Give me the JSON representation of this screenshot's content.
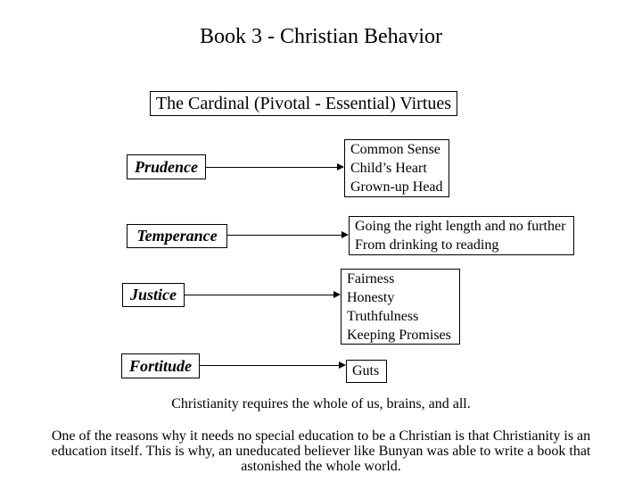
{
  "slide": {
    "title": "Book 3 - Christian Behavior",
    "heading": "The Cardinal (Pivotal - Essential) Virtues",
    "rows": [
      {
        "virtue": "Prudence",
        "lines": [
          "Common Sense",
          "Child’s Heart",
          "Grown-up Head"
        ]
      },
      {
        "virtue": "Temperance",
        "lines": [
          "Going the right length and no further",
          "From drinking to reading"
        ]
      },
      {
        "virtue": "Justice",
        "lines": [
          "Fairness",
          "Honesty",
          "Truthfulness",
          "Keeping Promises"
        ]
      },
      {
        "virtue": "Fortitude",
        "lines": [
          "Guts"
        ]
      }
    ],
    "footnote": "Christianity requires the whole of us, brains, and all.",
    "paragraph_lines": [
      "One of the reasons why it needs no special education to be a Christian is that Christianity is an",
      "education itself.  This is why, an uneducated believer like Bunyan was able to write a book that",
      "astonished the whole world."
    ],
    "colors": {
      "background": "#ffffff",
      "text": "#000000",
      "border": "#000000"
    }
  }
}
